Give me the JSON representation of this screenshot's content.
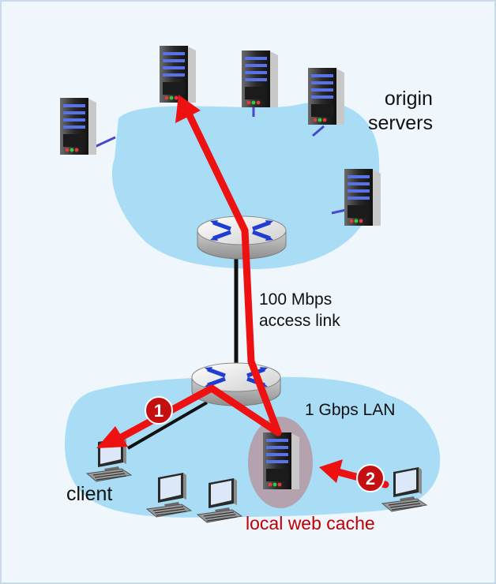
{
  "labels": {
    "origin_servers": [
      "origin",
      "servers"
    ],
    "access_link": [
      "100 Mbps",
      "access link"
    ],
    "lan": "1 Gbps LAN",
    "client": "client",
    "local_cache": "local web cache"
  },
  "badges": [
    "1",
    "2"
  ],
  "colors": {
    "cloud": "#a8ddf5",
    "arrow": "#ee1111",
    "badge": "#c41010",
    "cache_halo": "#b98e97",
    "cache_label": "#c00000",
    "link": "#4848c8"
  }
}
